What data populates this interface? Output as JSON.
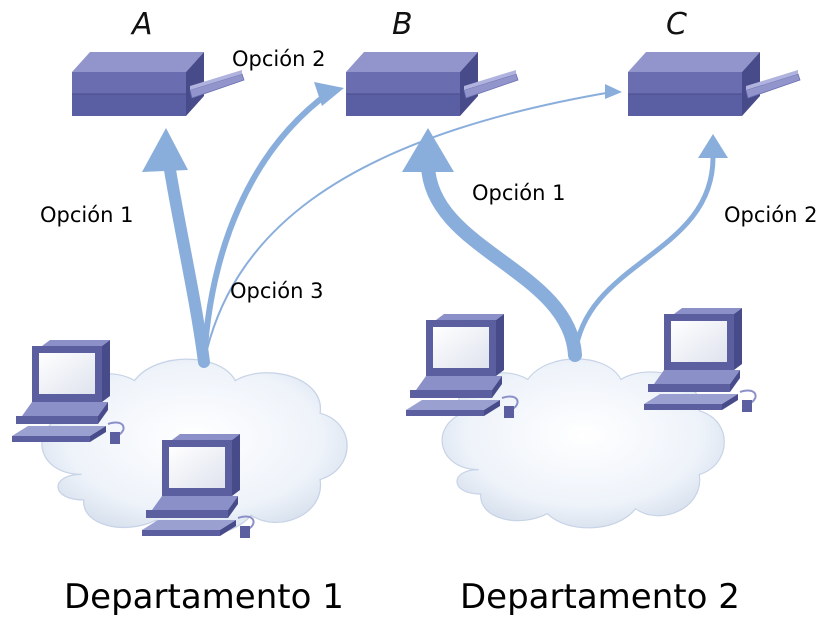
{
  "nodes": {
    "a": "A",
    "b": "B",
    "c": "C"
  },
  "options": {
    "dept1_to_a": "Opción 1",
    "dept1_to_b": "Opción 2",
    "dept1_to_c": "Opción 3",
    "dept2_to_b": "Opción 1",
    "dept2_to_c": "Opción 2"
  },
  "departments": {
    "dept1": "Departamento 1",
    "dept2": "Departamento 2"
  },
  "colors": {
    "arrow": "#8aaedc",
    "switch_top": "#8c90c8",
    "switch_front": "#5f63a5",
    "switch_side": "#474b8a",
    "cloud": "#eef3fa",
    "cloud_edge": "#c7d3e6",
    "monitor": "#5c5f9f"
  }
}
